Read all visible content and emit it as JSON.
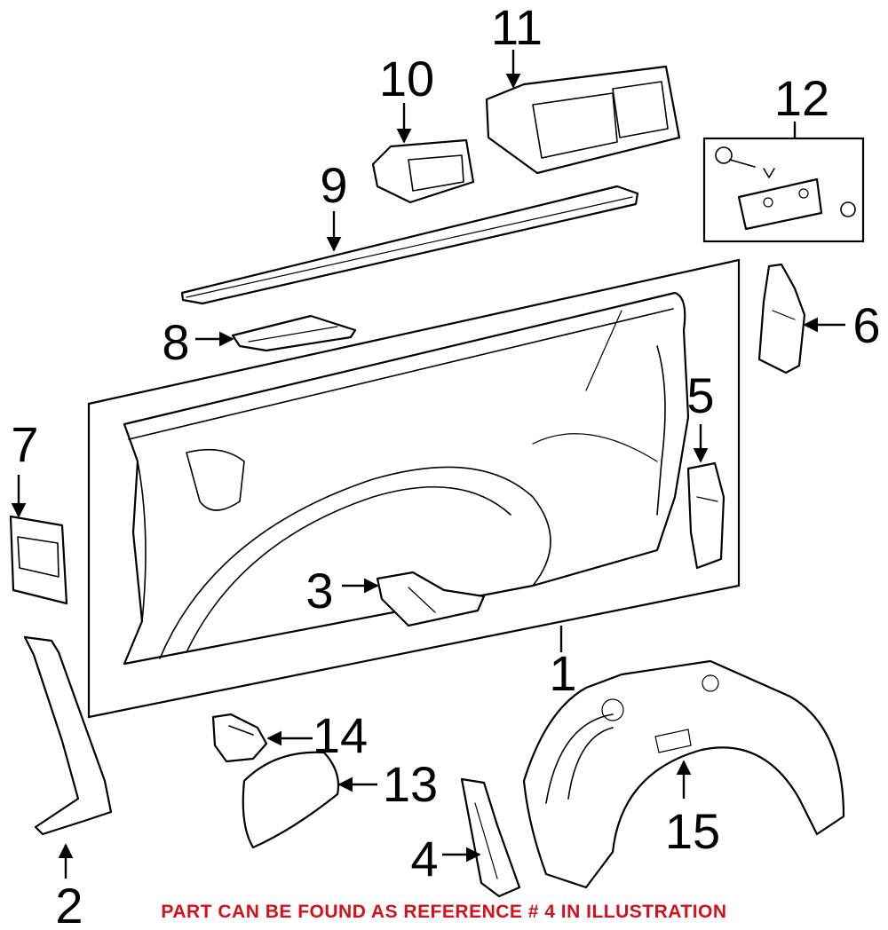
{
  "callouts": [
    {
      "id": "1",
      "label": "1"
    },
    {
      "id": "2",
      "label": "2"
    },
    {
      "id": "3",
      "label": "3"
    },
    {
      "id": "4",
      "label": "4"
    },
    {
      "id": "5",
      "label": "5"
    },
    {
      "id": "6",
      "label": "6"
    },
    {
      "id": "7",
      "label": "7"
    },
    {
      "id": "8",
      "label": "8"
    },
    {
      "id": "9",
      "label": "9"
    },
    {
      "id": "10",
      "label": "10"
    },
    {
      "id": "11",
      "label": "11"
    },
    {
      "id": "12",
      "label": "12"
    },
    {
      "id": "13",
      "label": "13"
    },
    {
      "id": "14",
      "label": "14"
    },
    {
      "id": "15",
      "label": "15"
    }
  ],
  "footer_note": "PART CAN BE FOUND AS REFERENCE # 4 IN ILLUSTRATION",
  "colors": {
    "line": "#000000",
    "note": "#d6101a",
    "background": "#ffffff"
  }
}
